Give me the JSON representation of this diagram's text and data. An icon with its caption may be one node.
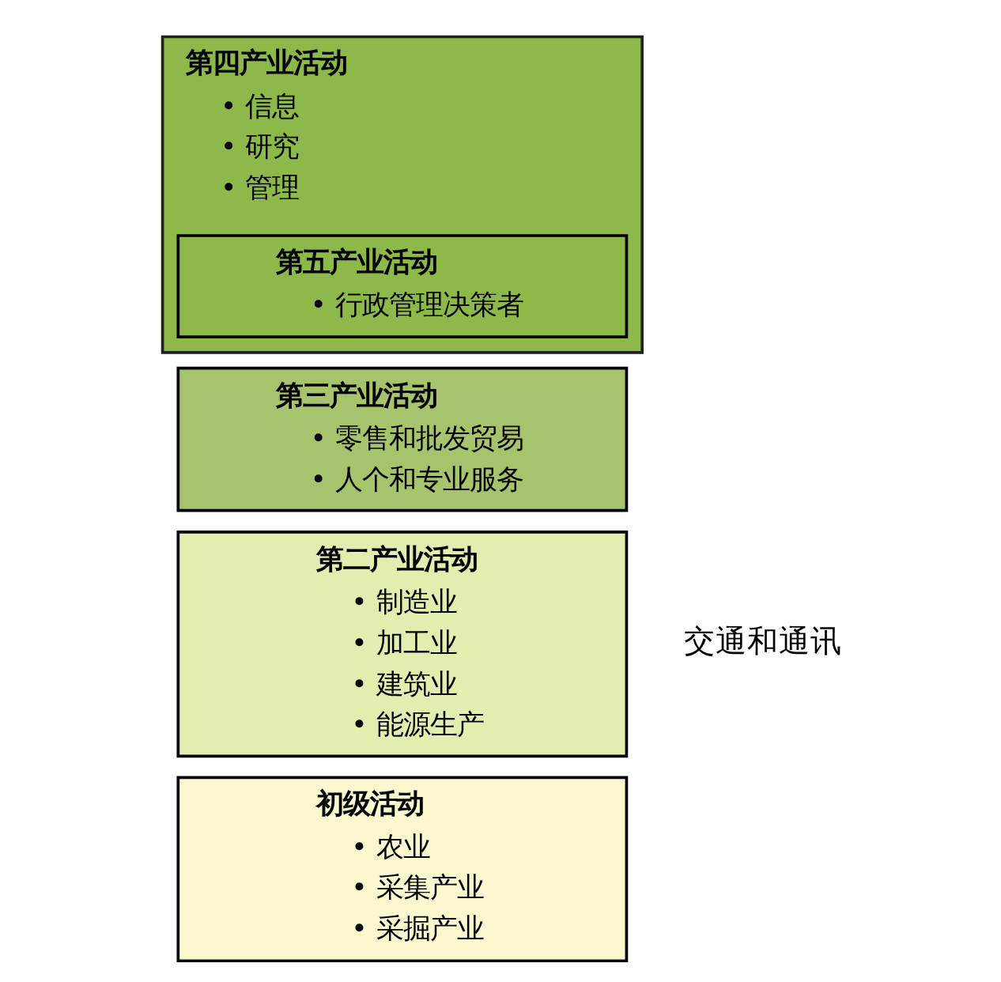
{
  "diagram": {
    "nodes": [
      {
        "text": [
          "第四产业活动",
          "• 信息",
          "• 研究",
          "• 管理"
        ]
      },
      {
        "text": [
          "第五产业活动",
          "• 行政管理决策者"
        ],
        "in": 0
      },
      {
        "text": [
          "第三产业活动",
          "• 零售和批发贸易",
          "• 人个和专业服务"
        ]
      },
      {
        "text": [
          "第二产业活动",
          "• 制造业",
          "• 加工业",
          "• 建筑业",
          "• 能源生产"
        ]
      },
      {
        "text": [
          "初级活动",
          "• 农业",
          "• 采集产业",
          "• 采掘产业"
        ]
      }
    ],
    "edges": [],
    "labels": [
      "交通和通讯"
    ]
  }
}
